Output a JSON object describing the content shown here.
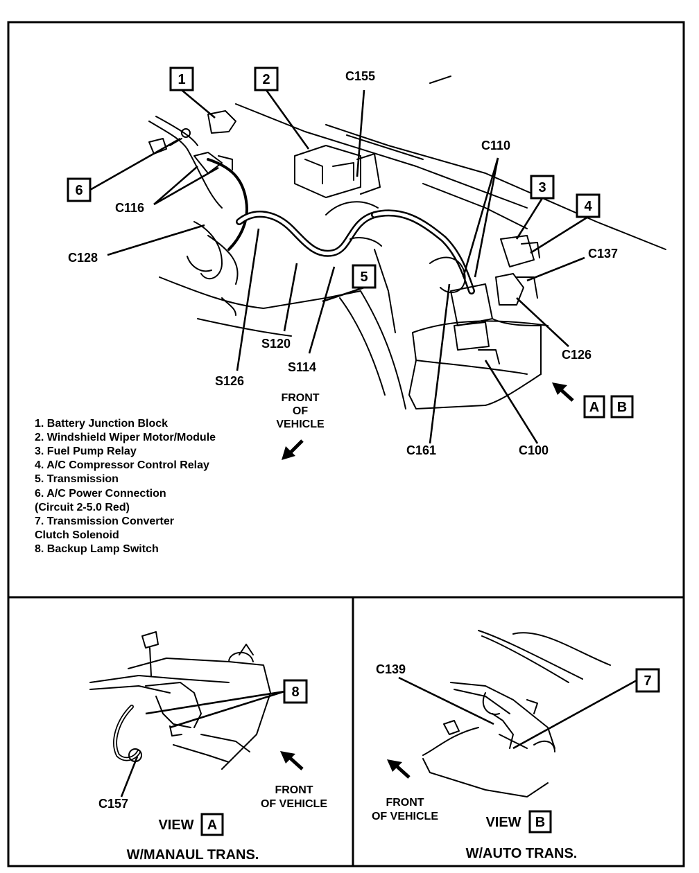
{
  "main_view": {
    "callouts": [
      {
        "id": "1",
        "label": "1"
      },
      {
        "id": "2",
        "label": "2"
      },
      {
        "id": "3",
        "label": "3"
      },
      {
        "id": "4",
        "label": "4"
      },
      {
        "id": "5",
        "label": "5"
      },
      {
        "id": "6",
        "label": "6"
      }
    ],
    "connectors": {
      "c155": "C155",
      "c110": "C110",
      "c116": "C116",
      "c128": "C128",
      "c137": "C137",
      "c126": "C126",
      "c161": "C161",
      "c100": "C100",
      "s120": "S120",
      "s114": "S114",
      "s126": "S126"
    },
    "front_of_vehicle": [
      "FRONT",
      "OF",
      "VEHICLE"
    ],
    "view_refs": [
      "A",
      "B"
    ],
    "legend": [
      "1.  Battery Junction Block",
      "2.  Windshield Wiper Motor/Module",
      "3.  Fuel Pump Relay",
      "4.  A/C Compressor Control Relay",
      "5.  Transmission",
      "6.  A/C Power Connection",
      "      (Circuit 2-5.0 Red)",
      "7.  Transmission Converter",
      "      Clutch Solenoid",
      "8.  Backup Lamp Switch"
    ]
  },
  "view_a": {
    "callout": "8",
    "connector": "C157",
    "front_of_vehicle": [
      "FRONT",
      "OF VEHICLE"
    ],
    "view_word": "VIEW",
    "view_letter": "A",
    "caption": "W/MANAUL TRANS."
  },
  "view_b": {
    "callout": "7",
    "connector": "C139",
    "front_of_vehicle": [
      "FRONT",
      "OF VEHICLE"
    ],
    "view_word": "VIEW",
    "view_letter": "B",
    "caption": "W/AUTO TRANS."
  }
}
